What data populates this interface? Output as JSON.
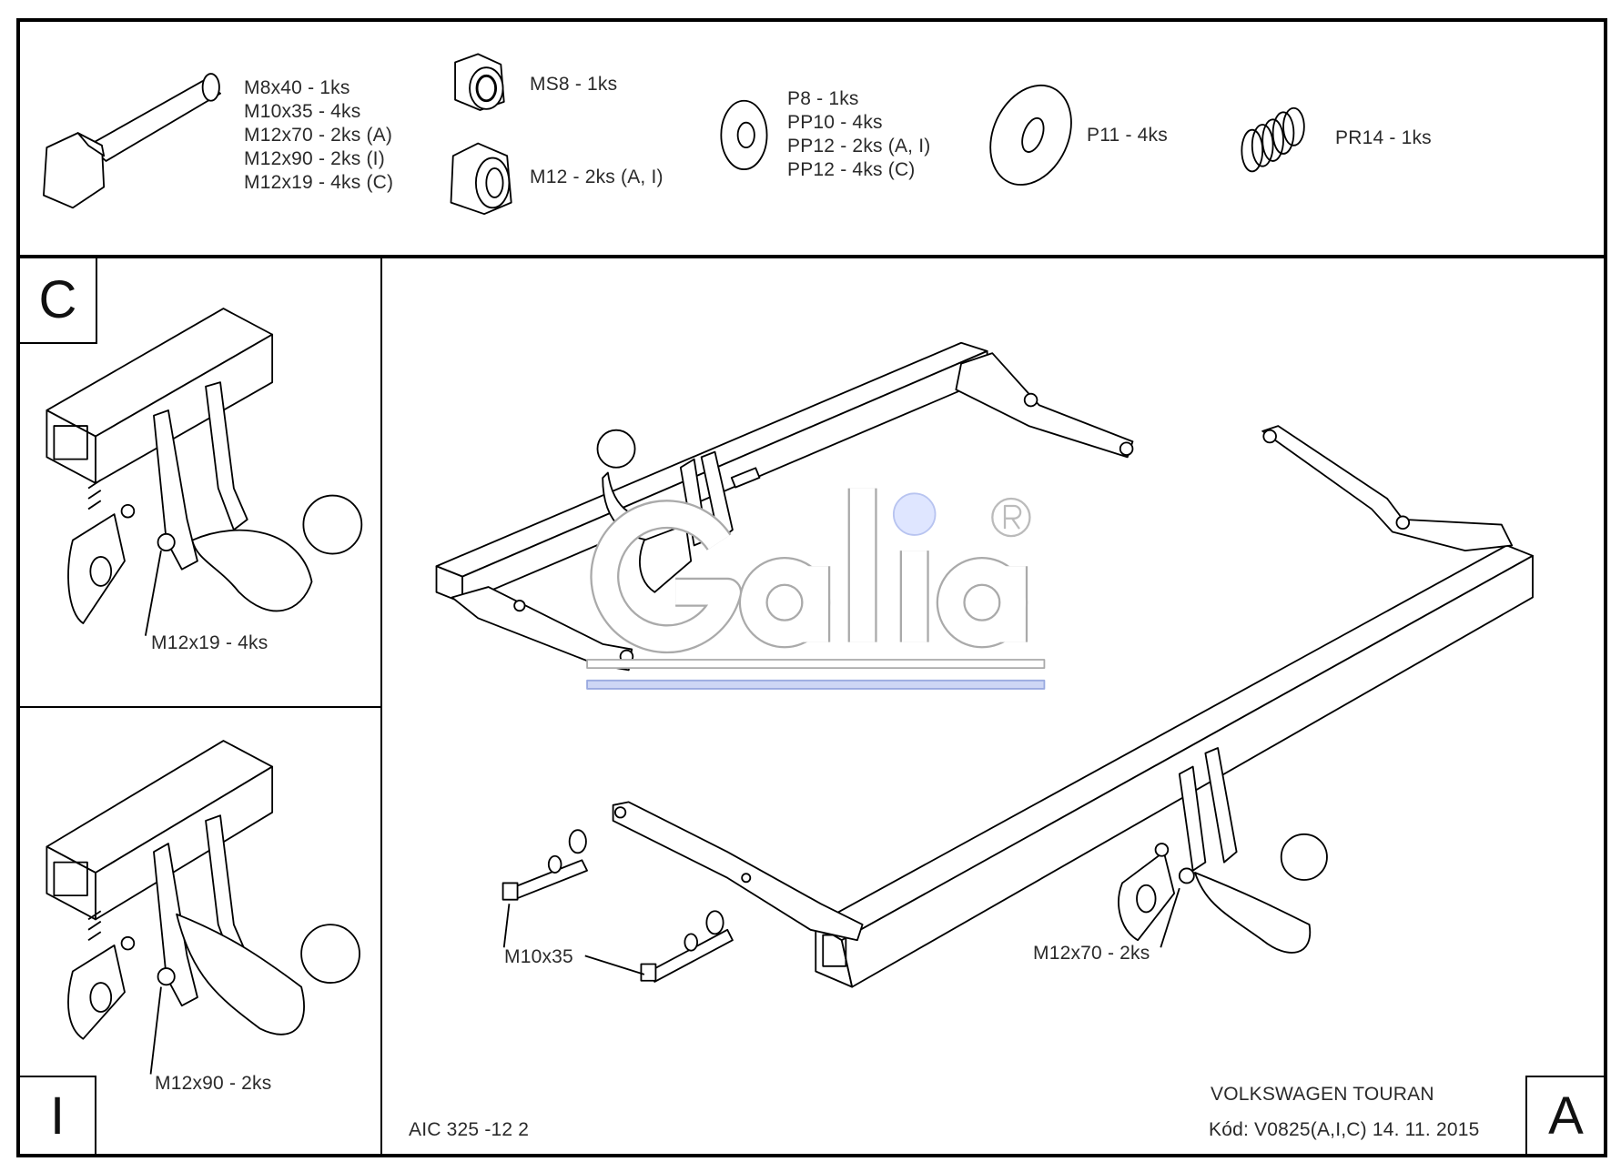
{
  "parts": {
    "bolts": [
      "M8x40 - 1ks",
      "M10x35 - 4ks",
      "M12x70 - 2ks (A)",
      "M12x90 - 2ks (I)",
      "M12x19 - 4ks (C)"
    ],
    "nut_ms8": "MS8 - 1ks",
    "nut_m12": "M12 - 2ks (A, I)",
    "washers": [
      "P8 - 1ks",
      "PP10 - 4ks",
      "PP12 - 2ks (A, I)",
      "PP12 - 4ks (C)"
    ],
    "washer_p11": "P11 - 4ks",
    "spring": "PR14 - 1ks"
  },
  "variants": {
    "c": {
      "letter": "C",
      "callout": "M12x19 - 4ks"
    },
    "i": {
      "letter": "I",
      "callout": "M12x90 - 2ks"
    },
    "a": {
      "letter": "A",
      "callout_bolt": "M12x70 - 2ks",
      "callout_side": "M10x35"
    }
  },
  "logo": {
    "text": "Galia",
    "mark": "®"
  },
  "footer": {
    "drawing_no": "AIC 325 -12 2",
    "vehicle": "VOLKSWAGEN TOURAN",
    "code": "Kód: V0825(A,I,C)  14. 11. 2015"
  }
}
